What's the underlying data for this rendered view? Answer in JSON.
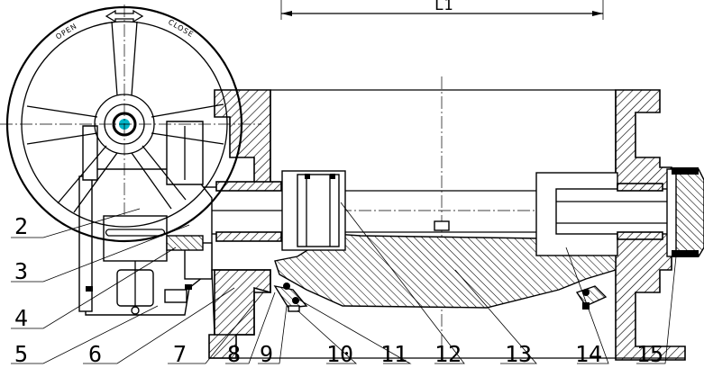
{
  "dimension": {
    "label": "L1"
  },
  "handwheel": {
    "open_label": "OPEN",
    "close_label": "CLOSE"
  },
  "callouts": [
    "2",
    "3",
    "4",
    "5",
    "6",
    "7",
    "8",
    "9",
    "10",
    "11",
    "12",
    "13",
    "14",
    "15"
  ]
}
